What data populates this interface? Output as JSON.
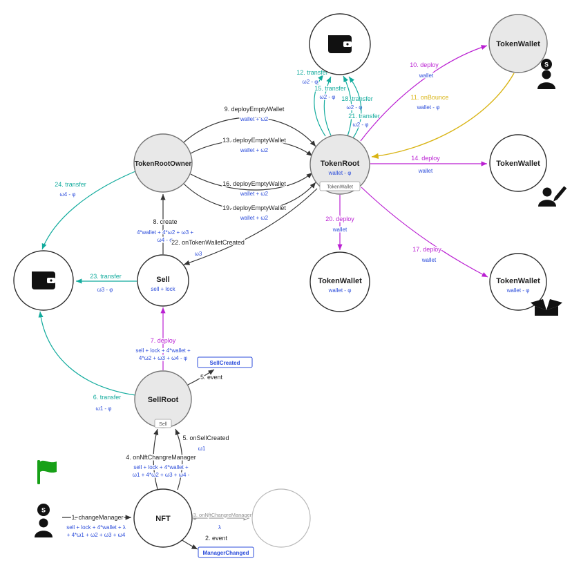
{
  "nodes": {
    "tokenRootOwner": {
      "label": "TokenRootOwner"
    },
    "tokenRoot": {
      "label": "TokenRoot",
      "sub": "wallet - φ",
      "tag": "TokenWallet"
    },
    "sell": {
      "label": "Sell",
      "sub": "sell + lock"
    },
    "sellRoot": {
      "label": "SellRoot",
      "tag": "Sell"
    },
    "nft": {
      "label": "NFT"
    },
    "twTopRight": {
      "label": "TokenWallet"
    },
    "twRight": {
      "label": "TokenWallet"
    },
    "twBottomRight": {
      "label": "TokenWallet",
      "sub": "wallet - φ"
    },
    "twCenter": {
      "label": "TokenWallet",
      "sub": "wallet - φ"
    }
  },
  "events": {
    "sellCreated": "SellCreated",
    "managerChanged": "ManagerChanged"
  },
  "badges": {
    "s": "S"
  },
  "edges": {
    "e1": {
      "label": "1. changeManager",
      "value1": "sell + lock + 4*wallet + λ",
      "value2": "+ 4*ω1 + ω2 + ω3 + ω4"
    },
    "e2": {
      "label": "2. event"
    },
    "e3": {
      "label": "3. onNftChangreManager",
      "value": "λ"
    },
    "e4": {
      "label": "4. onNftChangreManager",
      "value1": "sell + lock + 4*wallet +",
      "value2": "ω1 + 4*ω2 + ω3 + ω4 -"
    },
    "e5b": {
      "label": "5. event"
    },
    "e5": {
      "label": "5. onSellCreated",
      "value": "ω1"
    },
    "e6": {
      "label": "6. transfer",
      "value": "ω1 - φ"
    },
    "e7": {
      "label": "7. deploy",
      "value1": "sell + lock + 4*wallet +",
      "value2": "4*ω2 + ω3 + ω4 - φ"
    },
    "e8": {
      "label": "8. create",
      "value1": "4*wallet + 4*ω2 + ω3 +",
      "value2": "ω4 - φ"
    },
    "e9": {
      "label": "9. deployEmptyWallet",
      "value": "wallet + ω2"
    },
    "e10": {
      "label": "10. deploy",
      "value": "wallet"
    },
    "e11": {
      "label": "11. onBounce",
      "value": "wallet - φ"
    },
    "e12": {
      "label": "12. transfer",
      "value": "ω2 - φ"
    },
    "e13": {
      "label": "13. deployEmptyWallet",
      "value": "wallet + ω2"
    },
    "e14": {
      "label": "14. deploy",
      "value": "wallet"
    },
    "e15": {
      "label": "15. transfer",
      "value": "ω2 - φ"
    },
    "e16": {
      "label": "16. deployEmptyWallet",
      "value": "wallet + ω2"
    },
    "e17": {
      "label": "17. deploy",
      "value": "wallet"
    },
    "e18": {
      "label": "18. transfer",
      "value": "ω2 - φ"
    },
    "e19": {
      "label": "19. deployEmptyWallet",
      "value": "wallet + ω2"
    },
    "e20": {
      "label": "20. deploy",
      "value": "wallet"
    },
    "e21": {
      "label": "21. transfer",
      "value": "ω2 - φ"
    },
    "e22": {
      "label": "22. onTokenWalletCreated",
      "value": "ω3"
    },
    "e23": {
      "label": "23. transfer",
      "value": "ω3 - φ"
    },
    "e24": {
      "label": "24. transfer",
      "value": "ω4 - φ"
    }
  },
  "icons": {
    "wallet_top": "wallet-icon",
    "wallet_left": "wallet-icon",
    "deployer_top_right": "person-s-badge-icon",
    "deployer_bottom_left": "person-s-badge-icon",
    "editor_right": "person-edit-icon",
    "parcel_bottom_right": "open-box-icon",
    "flag_left": "green-flag-icon"
  },
  "colors": {
    "transfer_teal": "#12ab9d",
    "deploy_magenta": "#ba1fd2",
    "bounce_gold": "#d9b414",
    "value_blue": "#2c4ddb",
    "flag_green": "#17a017",
    "node_fill_gray": "#e8e8e8"
  }
}
